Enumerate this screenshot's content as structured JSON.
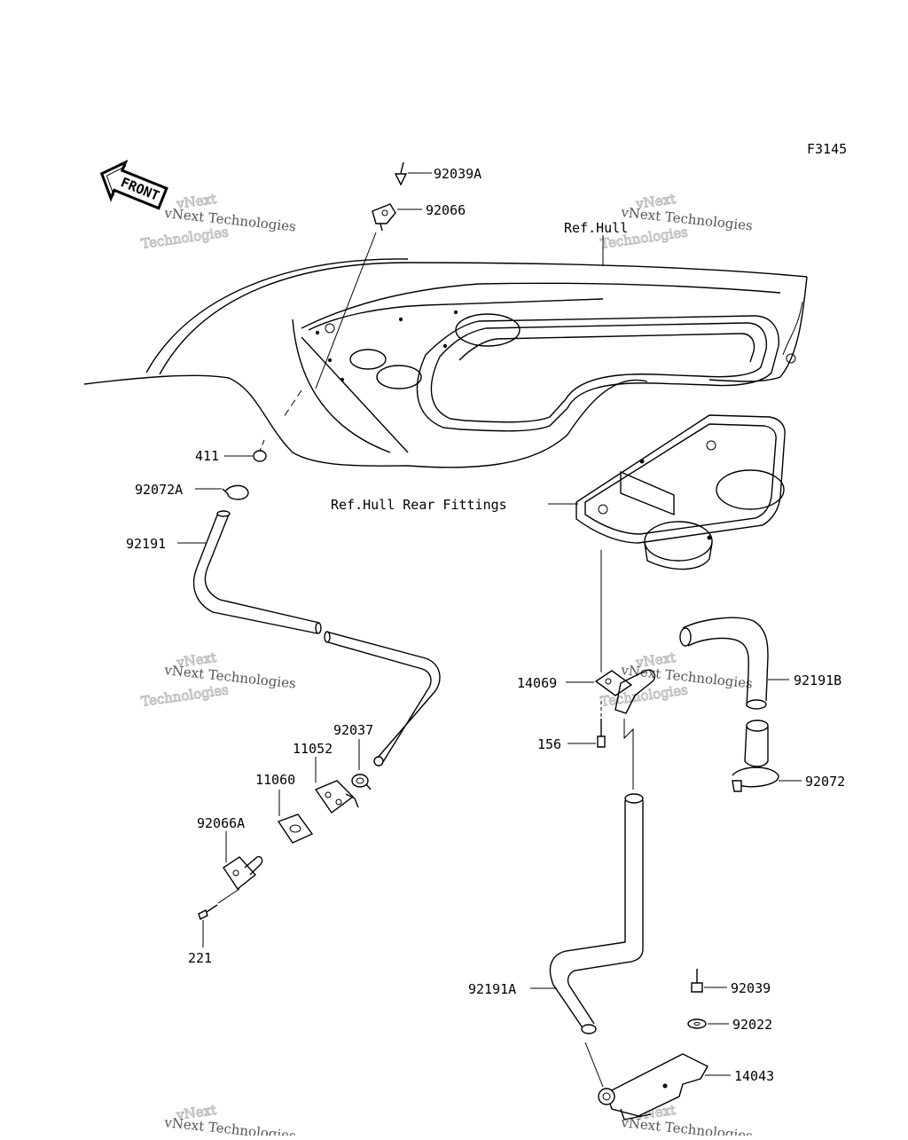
{
  "figure_code": "F3145",
  "front_arrow_label": "FRONT",
  "watermark": {
    "big_line1": "vNext",
    "big_line2": "Technologies",
    "small": "vNext Technologies"
  },
  "reference_labels": {
    "hull": "Ref.Hull",
    "hull_rear_fittings": "Ref.Hull Rear Fittings"
  },
  "part_labels": {
    "p92039A": "92039A",
    "p92066": "92066",
    "p411": "411",
    "p92072A": "92072A",
    "p92191": "92191",
    "p92037": "92037",
    "p11052": "11052",
    "p11060": "11060",
    "p92066A": "92066A",
    "p221": "221",
    "p14069": "14069",
    "p156": "156",
    "p92191B": "92191B",
    "p92072": "92072",
    "p92191A": "92191A",
    "p92039": "92039",
    "p92022": "92022",
    "p14043": "14043"
  }
}
